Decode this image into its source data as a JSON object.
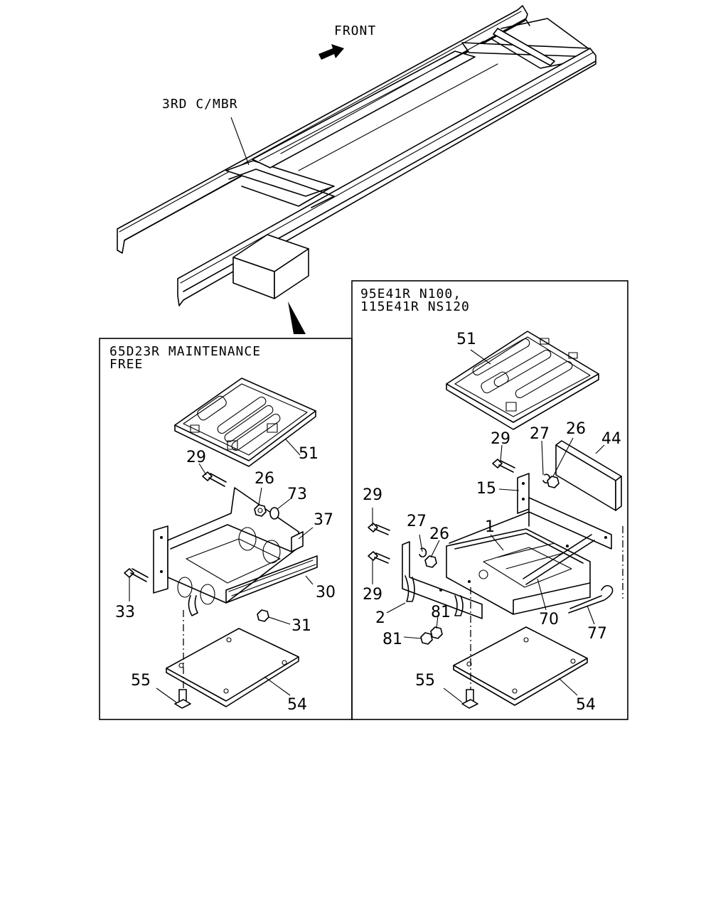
{
  "header": {
    "front_label": "FRONT",
    "member_label": "3RD C/MBR"
  },
  "left_panel": {
    "title_line1": "65D23R MAINTENANCE",
    "title_line2": "FREE",
    "callouts": [
      "51",
      "29",
      "26",
      "73",
      "37",
      "30",
      "33",
      "31",
      "55",
      "54"
    ]
  },
  "right_panel": {
    "title_line1": "95E41R N100,",
    "title_line2": "115E41R NS120",
    "callouts": [
      "51",
      "29",
      "27",
      "26",
      "44",
      "15",
      "29",
      "27",
      "26",
      "1",
      "29",
      "2",
      "81",
      "70",
      "81",
      "77",
      "55",
      "54"
    ]
  }
}
